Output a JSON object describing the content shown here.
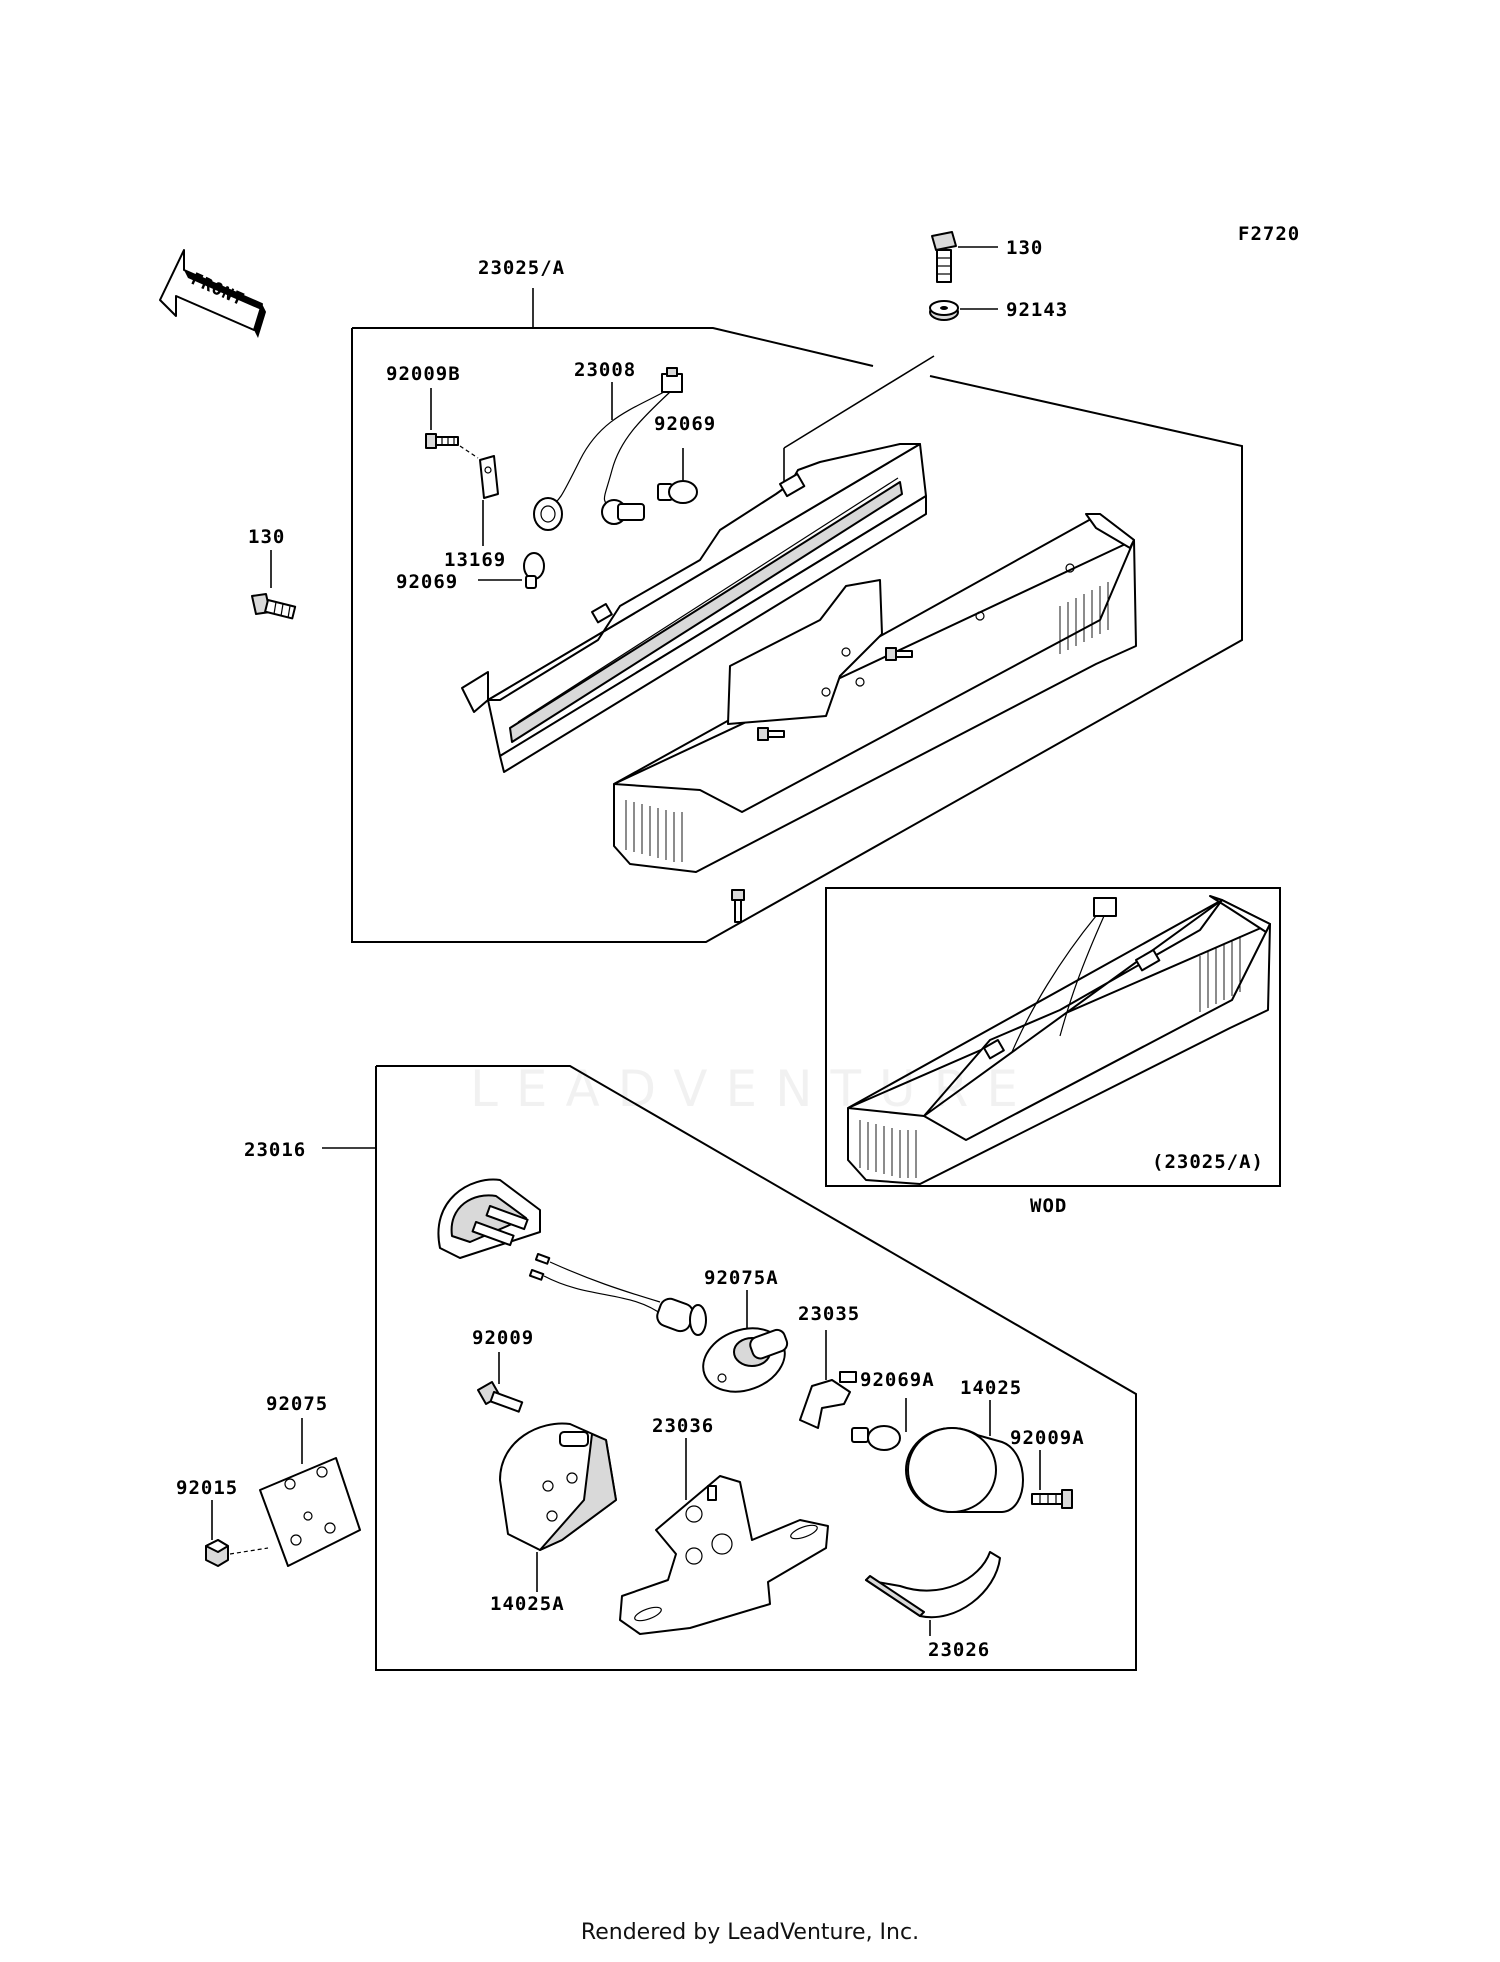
{
  "diagram_code": "F2720",
  "front_label": "FRONT",
  "watermark": "LEADVENTURE",
  "footer": "Rendered by LeadVenture, Inc.",
  "parts": {
    "p130_top": "130",
    "p92143": "92143",
    "p23025a": "23025/A",
    "p92009b": "92009B",
    "p23008": "23008",
    "p92069_a": "92069",
    "p13169": "13169",
    "p92069_b": "92069",
    "p130_left": "130",
    "p23016": "23016",
    "p92075a": "92075A",
    "p23035": "23035",
    "p92009": "92009",
    "p92069a": "92069A",
    "p14025": "14025",
    "p92009a": "92009A",
    "p23036": "23036",
    "p92075": "92075",
    "p92015": "92015",
    "p14025a": "14025A",
    "p23026": "23026"
  },
  "inset": {
    "ref_label": "(23025/A)",
    "caption": "WOD"
  }
}
